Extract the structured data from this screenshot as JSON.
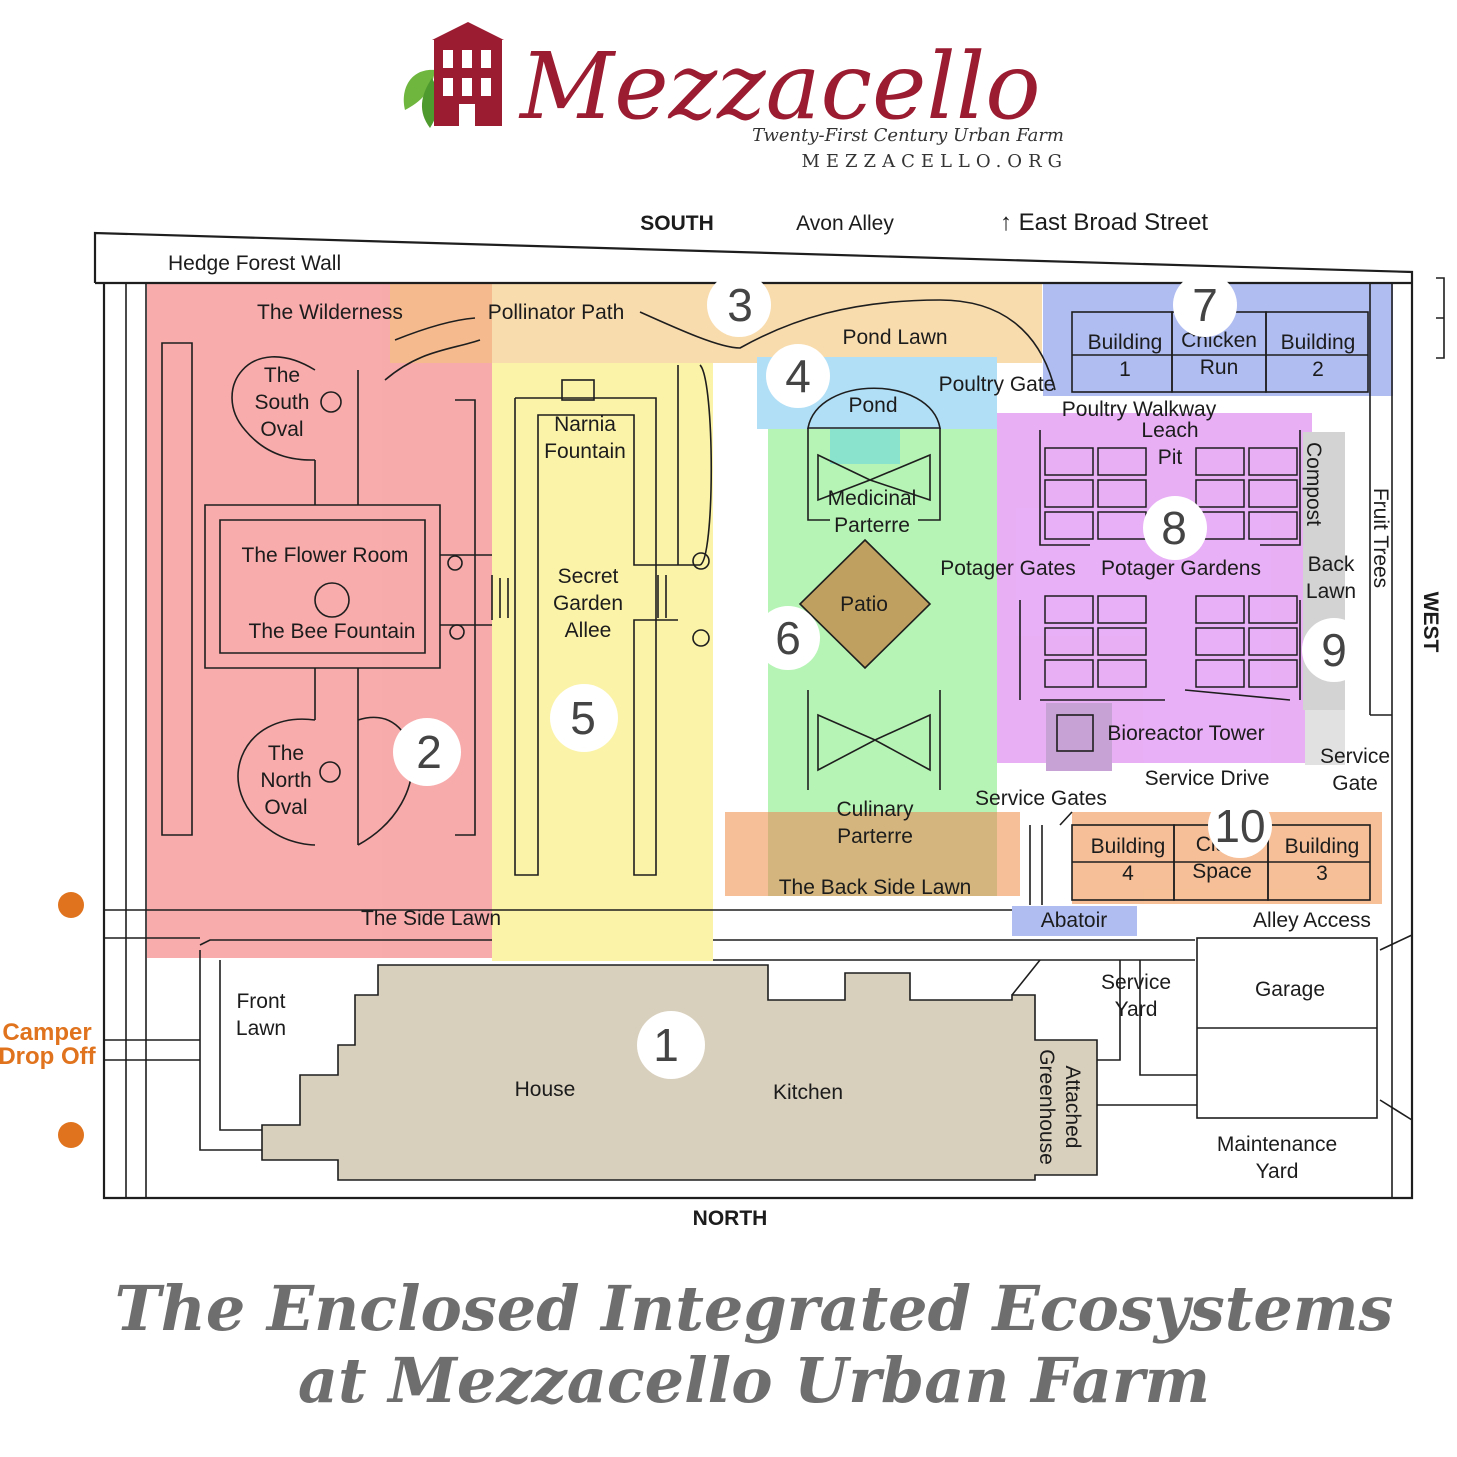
{
  "header": {
    "brand": "Mezzacello",
    "tagline": "Twenty-First Century Urban Farm",
    "website": "MEZZACELLO.ORG"
  },
  "caption": {
    "line1": "The Enclosed Integrated Ecosystems",
    "line2": "at Mezzacello Urban Farm"
  },
  "compass": {
    "south": "SOUTH",
    "north": "NORTH",
    "west": "WEST"
  },
  "streets": {
    "avon_alley": "Avon Alley",
    "east_broad": "↑ East Broad Street",
    "hedge_wall": "Hedge Forest Wall",
    "camper_line1": "Camper",
    "camper_line2": "Drop Off"
  },
  "zone_numbers": [
    "1",
    "2",
    "3",
    "4",
    "5",
    "6",
    "7",
    "8",
    "9",
    "10"
  ],
  "zone_colors": {
    "zone1": "#d9cfbd",
    "zone2": "#f7a3a3",
    "zone3": "#f9d9a6",
    "zone3_overlap": "#f5b483",
    "zone4": "#a9dcf6",
    "zone5": "#fbf29e",
    "zone6": "#aef3ad",
    "zone7": "#a7b6ef",
    "zone8": "#e6a7f5",
    "zone9": "#cfcfcf",
    "zone10": "#f6b98c",
    "patio": "#bfa060",
    "camper": "#e0731d"
  },
  "labels": {
    "wilderness": "The Wilderness",
    "pollinator_path": "Pollinator Path",
    "pond_lawn": "Pond Lawn",
    "south_oval": [
      "The",
      "South",
      "Oval"
    ],
    "flower_room": "The Flower Room",
    "bee_fountain": "The Bee Fountain",
    "north_oval": [
      "The",
      "North",
      "Oval"
    ],
    "narnia": [
      "Narnia",
      "Fountain"
    ],
    "secret_garden": [
      "Secret",
      "Garden",
      "Allee"
    ],
    "pond": "Pond",
    "poultry_gate": "Poultry Gate",
    "medicinal": [
      "Medicinal",
      "Parterre"
    ],
    "patio": "Patio",
    "culinary": [
      "Culinary",
      "Parterre"
    ],
    "back_side_lawn": "The Back Side Lawn",
    "side_lawn": "The Side Lawn",
    "building1": [
      "Building",
      "1"
    ],
    "chicken_run": [
      "Chicken",
      "Run"
    ],
    "building2": [
      "Building",
      "2"
    ],
    "poultry_walkway": "Poultry Walkway",
    "leach_pit": [
      "Leach",
      "Pit"
    ],
    "compost": "Compost",
    "fruit_trees": "Fruit Trees",
    "potager_gates": "Potager Gates",
    "potager_gardens": "Potager Gardens",
    "back_lawn": [
      "Back",
      "Lawn"
    ],
    "bioreactor": "Bioreactor Tower",
    "service_drive": "Service Drive",
    "service_gate": [
      "Service",
      "Gate"
    ],
    "service_gates": "Service Gates",
    "building4": [
      "Building",
      "4"
    ],
    "class_space": [
      "Class",
      "Space"
    ],
    "building3": [
      "Building",
      "3"
    ],
    "abatoir": "Abatoir",
    "alley_access": "Alley Access",
    "front_lawn": [
      "Front",
      "Lawn"
    ],
    "house": "House",
    "kitchen": "Kitchen",
    "greenhouse": [
      "Attached",
      "Greenhouse"
    ],
    "service_yard": [
      "Service",
      "Yard"
    ],
    "garage": "Garage",
    "maintenance_yard": [
      "Maintenance",
      "Yard"
    ]
  }
}
